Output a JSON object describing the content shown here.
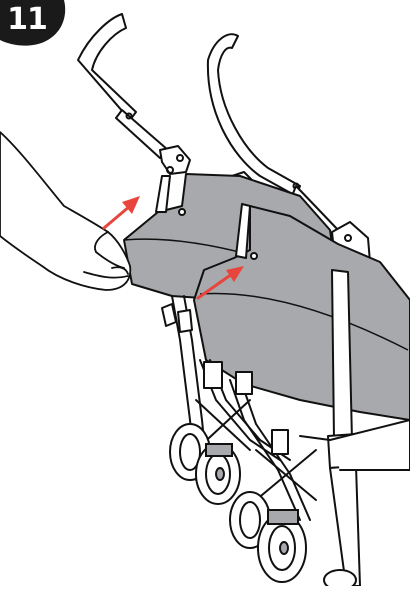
{
  "step": {
    "number": "11"
  },
  "colors": {
    "badge": "#1a1a1a",
    "line": "#111111",
    "seat_fill": "#a7a9ac",
    "arrow": "#e8453c",
    "background": "#ffffff"
  },
  "icons": {
    "step_badge": "step-number-badge",
    "arrow_rear": "red-arrow-rear",
    "arrow_front": "red-arrow-front"
  }
}
